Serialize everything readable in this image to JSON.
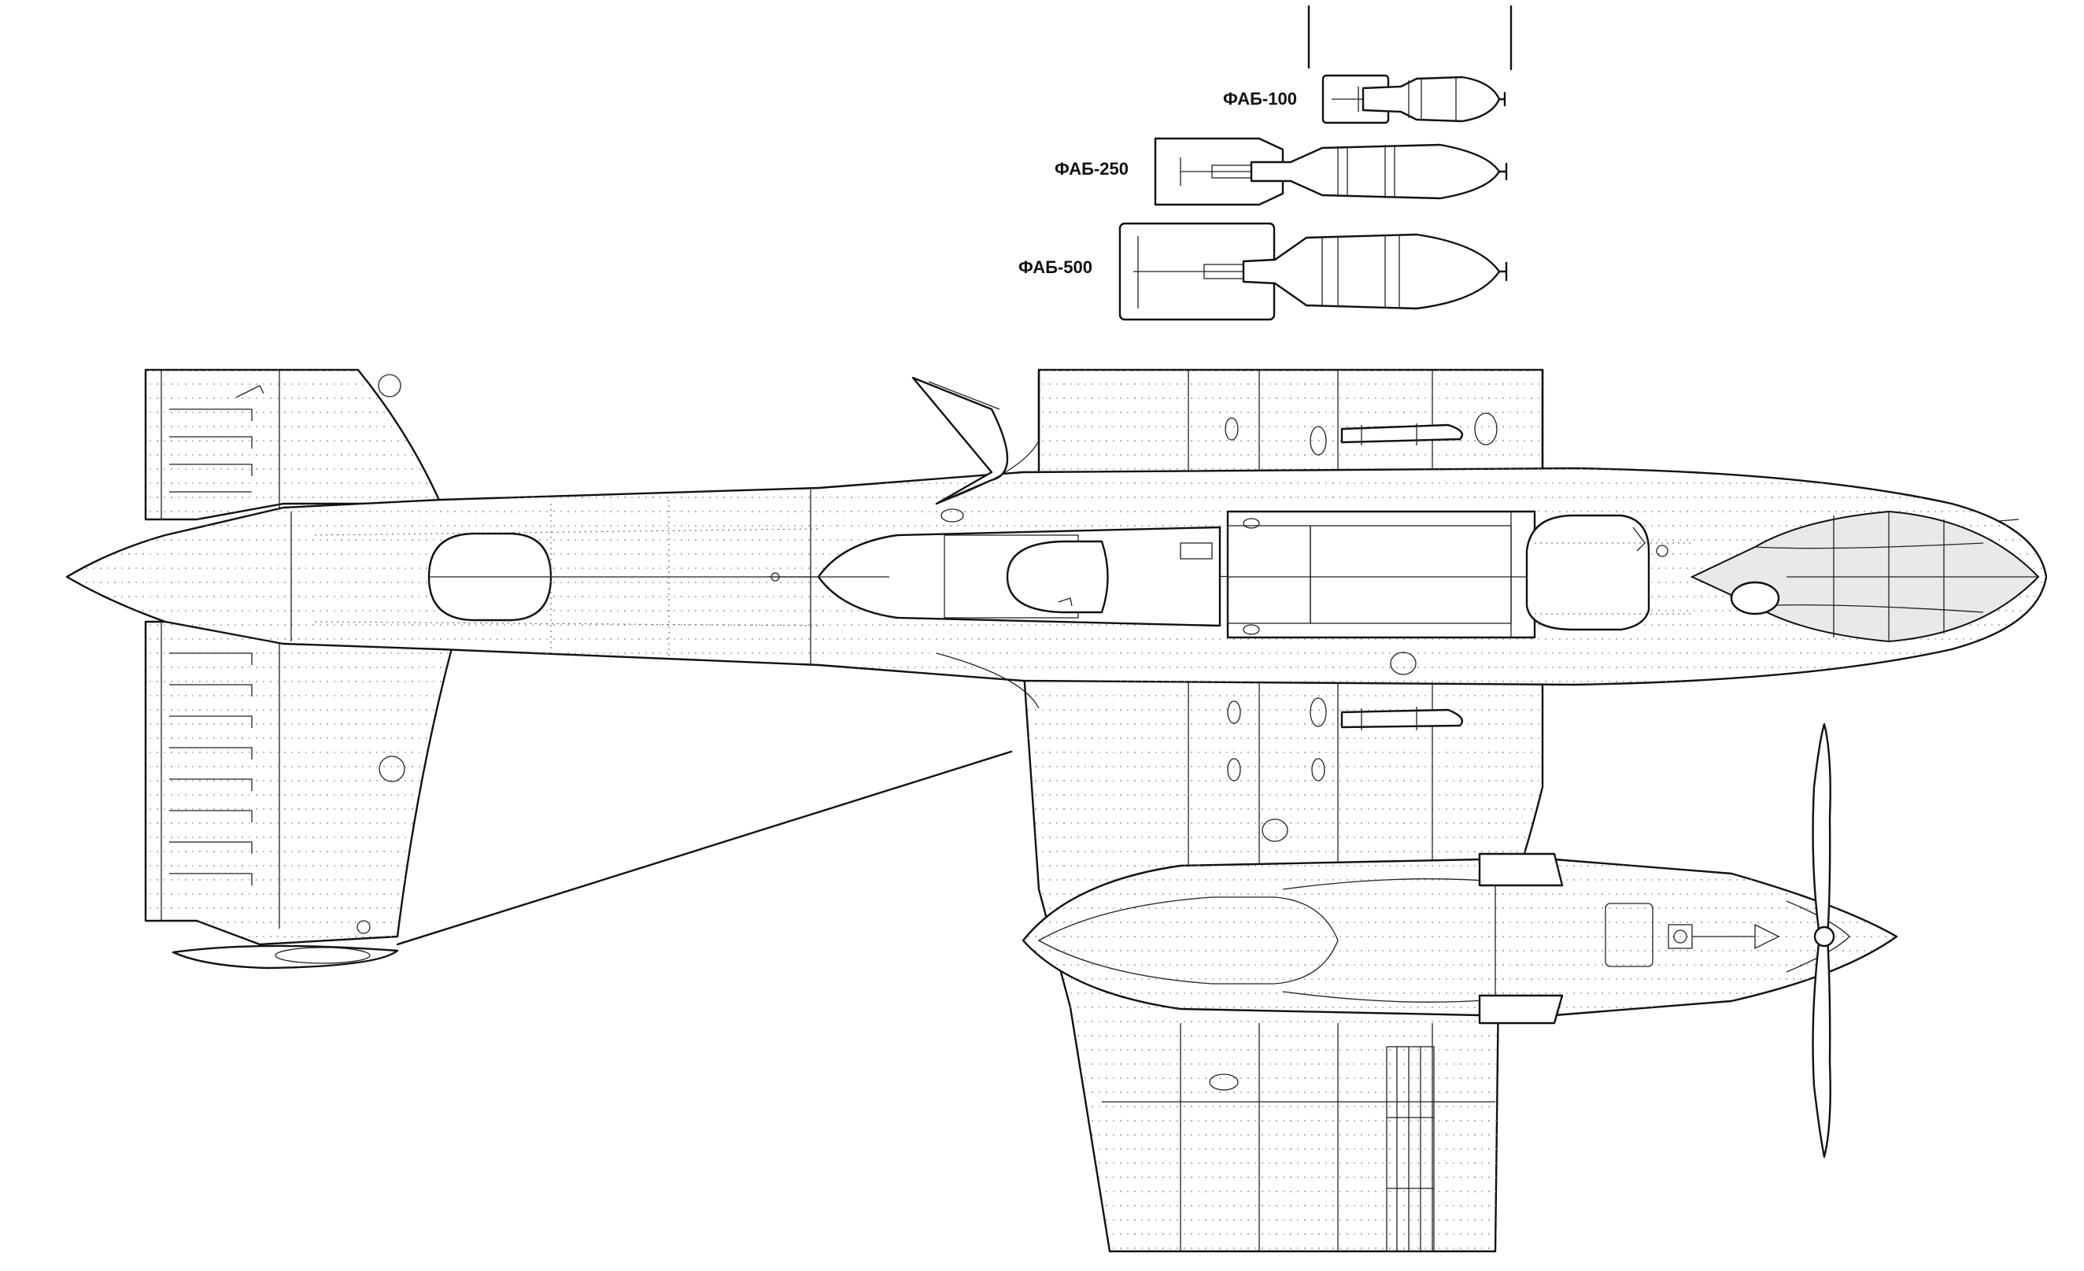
{
  "bomb_labels": {
    "fab100": "ФАБ-100",
    "fab250": "ФАБ-250",
    "fab500": "ФАБ-500"
  }
}
